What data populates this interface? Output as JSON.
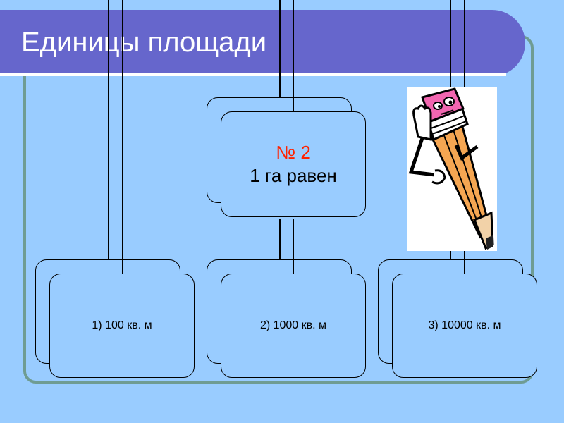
{
  "slide": {
    "title": "Единицы площади"
  },
  "question": {
    "number": "№ 2",
    "text": "1 га равен"
  },
  "answers": [
    {
      "label": "1)  100 кв. м"
    },
    {
      "label": "2)  1000 кв. м"
    },
    {
      "label": "3)  10000 кв. м"
    }
  ],
  "colors": {
    "background": "#99ccff",
    "title_bar": "#6666cc",
    "frame": "#6f9c93",
    "question_number": "#ff2200"
  },
  "illustration": {
    "icon": "pencil-character-icon"
  }
}
